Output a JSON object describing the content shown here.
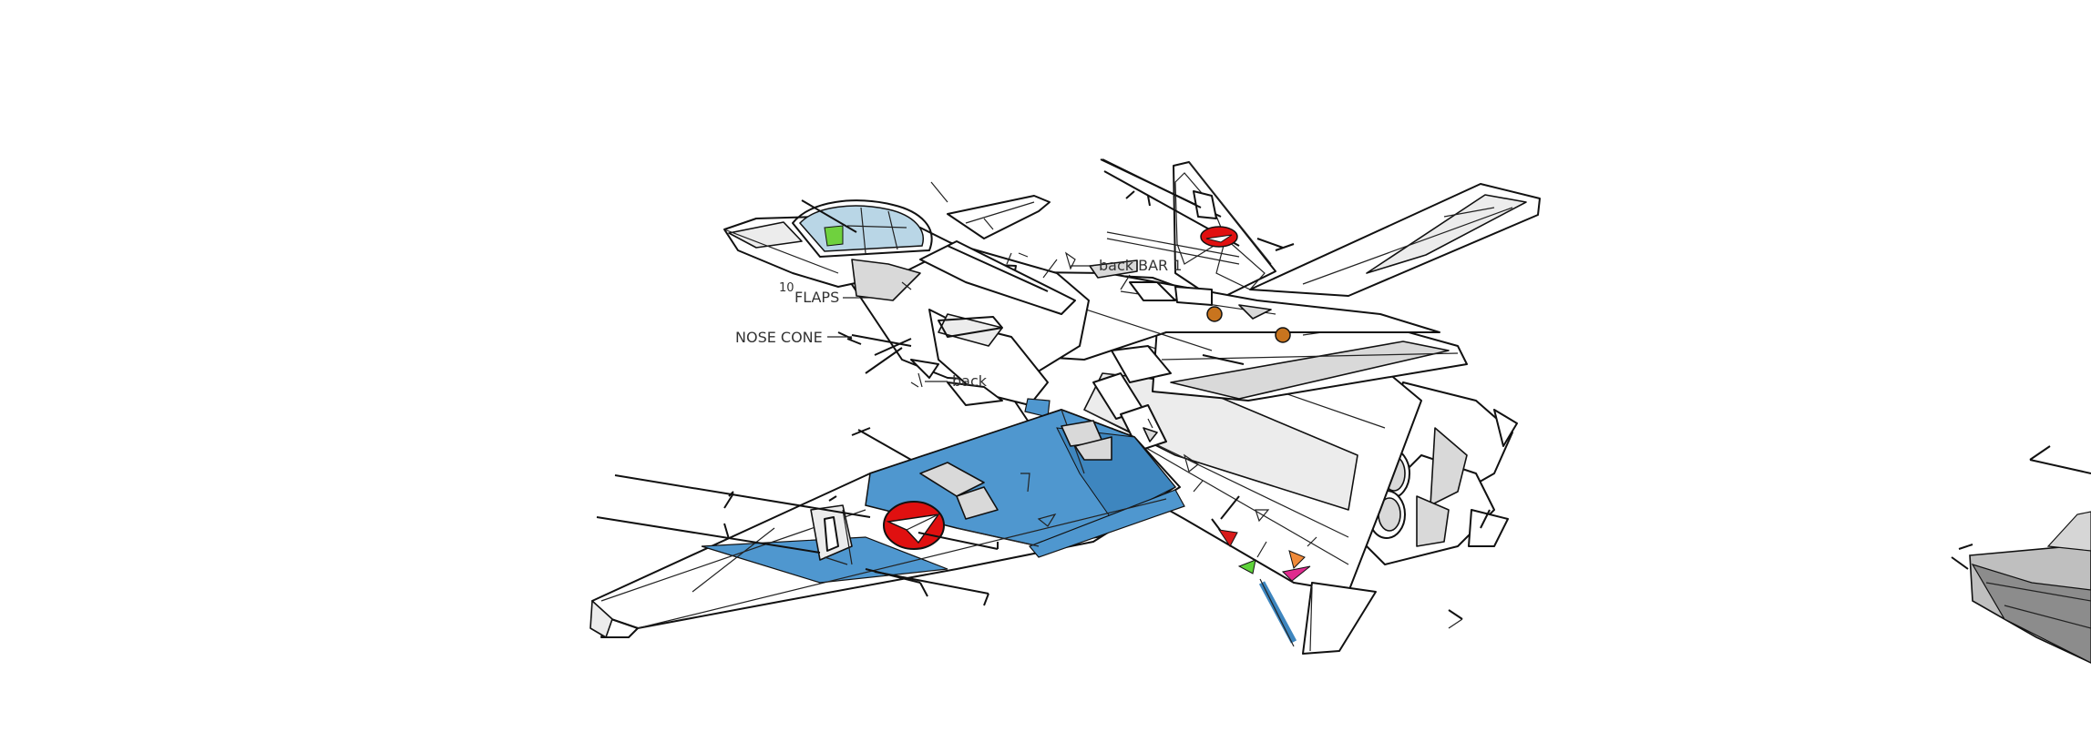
{
  "labels": {
    "ten": "10",
    "flaps": "FLAPS",
    "nose_cone": "NOSE CONE",
    "back_bar": "back BAR 1",
    "back": "back"
  },
  "colors": {
    "blue": "#4f97cf",
    "blue_dark": "#3e86bf",
    "roundel_red": "#e01010",
    "canopy_green": "#6fd13e",
    "canopy_glass": "#b9d6e6",
    "marker_red": "#d81a1a",
    "marker_green": "#5ed33a",
    "marker_orange": "#f08a3a",
    "marker_magenta": "#e02a8e",
    "bolt_orange": "#c8741e"
  },
  "icons": {
    "wing_roundel": "red-roundel-icon",
    "tail_roundel": "red-roundel-icon",
    "bolt": "bolt-icon"
  }
}
